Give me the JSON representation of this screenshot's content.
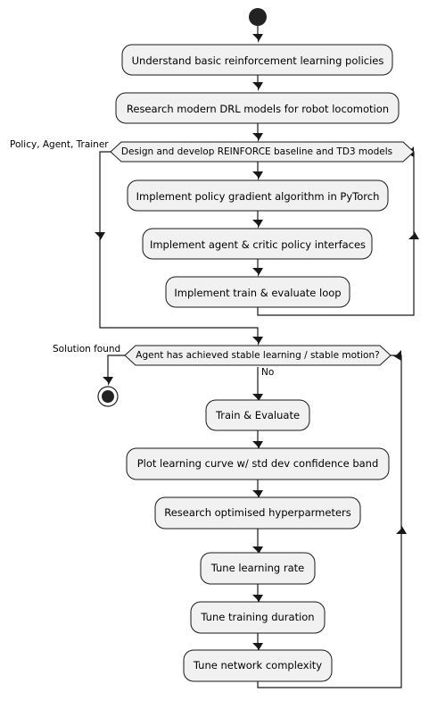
{
  "activities": {
    "a1": "Understand basic reinforcement learning policies",
    "a2": "Research modern DRL models for robot locomotion",
    "b1": "Implement policy gradient algorithm in PyTorch",
    "b2": "Implement agent & critic policy interfaces",
    "b3": "Implement train & evaluate loop",
    "c1": "Train & Evaluate",
    "c2": "Plot learning curve w/ std dev confidence band",
    "c3": "Research optimised hyperparmeters",
    "c4": "Tune learning rate",
    "c5": "Tune training duration",
    "c6": "Tune network complexity"
  },
  "loops": {
    "loop1": {
      "condition": "Design and develop REINFORCE baseline and TD3 models",
      "exit_label": "Policy, Agent, Trainer"
    },
    "loop2": {
      "condition": "Agent has achieved stable learning / stable motion?",
      "exit_label": "Solution found",
      "continue_label": "No"
    }
  },
  "colors": {
    "box_fill": "#f1f1f1",
    "stroke": "#181818",
    "start_node": "#222222"
  }
}
